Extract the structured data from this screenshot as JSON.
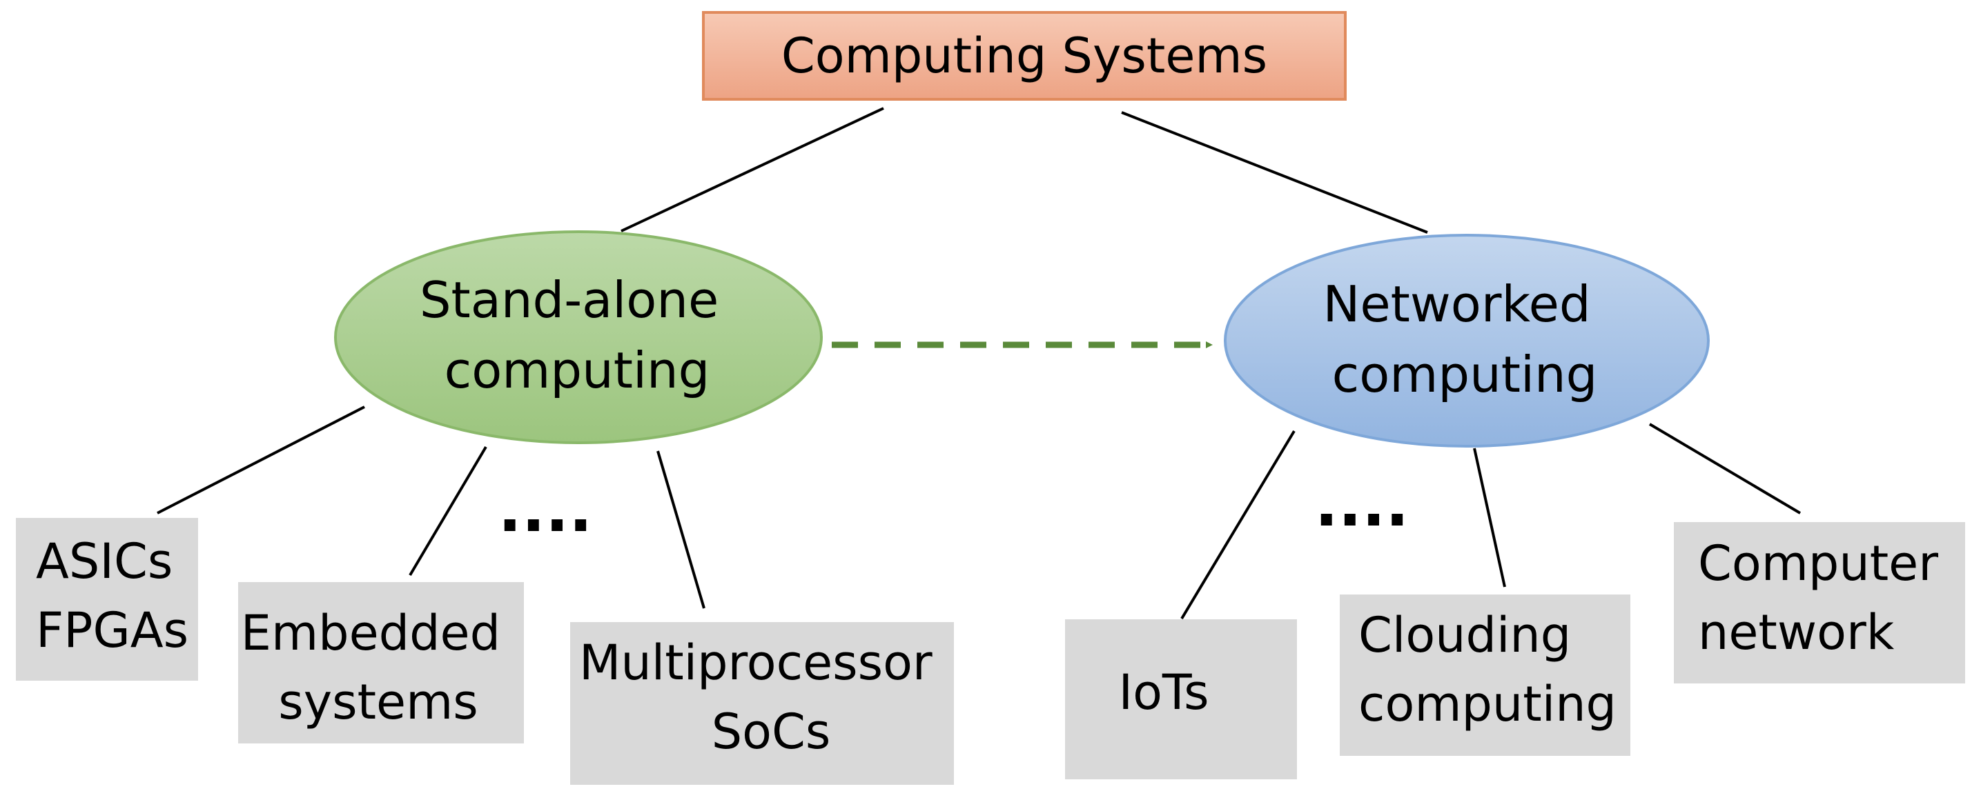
{
  "root": {
    "label": "Computing Systems"
  },
  "standalone": {
    "label_lines": [
      "Stand-alone",
      "computing"
    ],
    "children": [
      {
        "lines": [
          "ASICs",
          "FPGAs"
        ]
      },
      {
        "lines": [
          "Embedded",
          "systems"
        ]
      },
      {
        "lines": [
          "Multiprocessor",
          "SoCs"
        ]
      }
    ],
    "ellipsis": "...."
  },
  "networked": {
    "label_lines": [
      "Networked",
      "computing"
    ],
    "children": [
      {
        "lines": [
          "IoTs"
        ]
      },
      {
        "lines": [
          "Clouding",
          "computing"
        ]
      },
      {
        "lines": [
          "Computer",
          "network"
        ]
      }
    ],
    "ellipsis": "...."
  },
  "colors": {
    "root_fill_top": "#f7c9b4",
    "root_fill_bottom": "#eda384",
    "root_stroke": "#e08a5c",
    "green_fill_top": "#bcd9a8",
    "green_fill_bottom": "#9cc57e",
    "green_stroke": "#8ab86a",
    "blue_fill_top": "#c3d6ee",
    "blue_fill_bottom": "#92b4e0",
    "blue_stroke": "#7ea7d9",
    "leaf_fill": "#d9d9d9",
    "arrow": "#5a8a3a",
    "line": "#000000"
  }
}
